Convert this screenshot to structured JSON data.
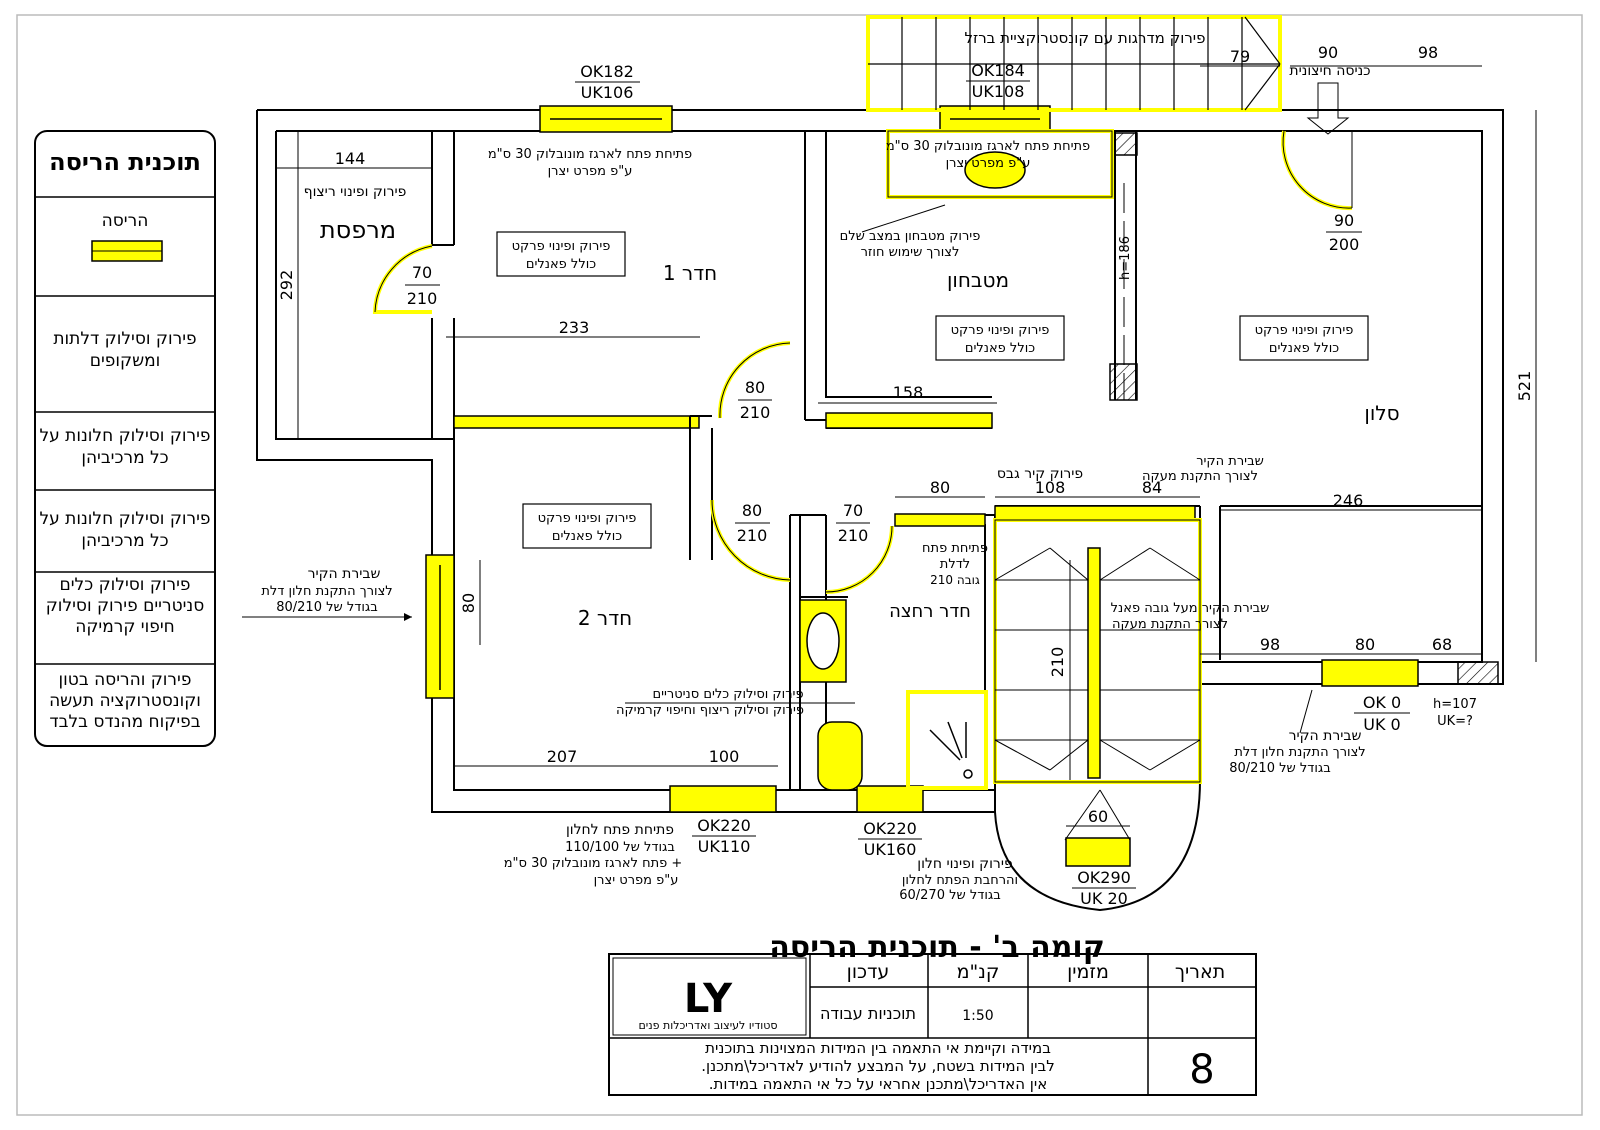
{
  "legend": {
    "title": "תוכנית הריסה",
    "items": [
      {
        "label": "הריסה"
      },
      {
        "label": "פירוק וסילוק דלתות ומשקופים"
      },
      {
        "label": "פירוק וסילוק חלונות על כל מרכיביהן"
      },
      {
        "label": "פירוק וסילוק חלונות על כל מרכיביהן"
      },
      {
        "label": "פירוק וסילוק כלים סניטריים פירוק וסילוק חיפוי קרמיקה"
      },
      {
        "label": "פירוק והריסה בטון וקונסטרוקציה תעשה בפיקוח מהנדס בלבד"
      }
    ]
  },
  "rooms": {
    "balcony": "מרפסת",
    "room1": "חדר 1",
    "room2": "חדר 2",
    "kitchenette": "מטבחון",
    "salon": "סלון",
    "bathroom": "חדר רחצה"
  },
  "notes": {
    "balcony_floor": "פירוק ופינוי ריצוף",
    "parquet": [
      "פירוק ופינוי פרקט",
      "כולל פאנלים"
    ],
    "opening_r1": [
      "פתיחת פתח לארגז מונובלוק 30 ס\"מ",
      "ע\"פ מפרט יצרן"
    ],
    "opening_kit": [
      "פתיחת פתח לארגז מונובלוק 30 ס\"מ",
      "ע\"פ מפרט יצרן"
    ],
    "kitchen_disassembly": [
      "פירוק מטבחון במצב שלם",
      "לצורך שימוש חוזר"
    ],
    "stairs_top": "פירוק מדרגות עם קונסטרוקציית ברזל",
    "entrance": "כניסה חיצונית",
    "gypsum": "פירוק קיר גבס",
    "wall_break_railing": [
      "שבירת הקיר",
      "לצורך התקנת מעקה"
    ],
    "door_opening": [
      "פתיחת פתח",
      "לדלת",
      "גובה 210"
    ],
    "wall_above_panel": [
      "שבירת הקיר מעל גובה פאנל",
      "לצורך התקנת מעקה"
    ],
    "wall_break_left": [
      "שבירת הקיר",
      "לצורך התקנת חלון דלת",
      "בגודל של 80/210"
    ],
    "wall_break_right": [
      "שבירת הקיר",
      "לצורך התקנת חלון דלת",
      "בגודל של 80/210"
    ],
    "sanitary": [
      "פירוק וסילוק כלים סניטריים",
      "פירוק וסילוק ריצוף וחיפוי קרמיקה"
    ],
    "window_opening": [
      "פתיחת פתח לחלון",
      "בגודל של 110/100",
      "+ פתח לארגז מונובלוק 30 ס\"מ",
      "ע\"פ מפרט יצרן"
    ],
    "window_widen": [
      "פירוק ופינוי חלון",
      "והרחבת הפתח לחלון",
      "בגודל של 60/270"
    ]
  },
  "dims": {
    "d144": "144",
    "d292": "292",
    "d233": "233",
    "d158": "158",
    "d70": "70",
    "d210": "210",
    "d80": "80",
    "d90": "90",
    "d200": "200",
    "d79": "79",
    "d98": "98",
    "d521": "521",
    "d246": "246",
    "d108": "108",
    "d84": "84",
    "d68": "68",
    "d207": "207",
    "d100": "100",
    "d60": "60",
    "h186": "h=186",
    "h107": "h=107",
    "ukq": "UK=?"
  },
  "window_tags": {
    "w1": [
      "OK182",
      "UK106"
    ],
    "w2": [
      "OK184",
      "UK108"
    ],
    "w3": [
      "OK220",
      "UK110"
    ],
    "w4": [
      "OK220",
      "UK160"
    ],
    "w5": [
      "OK290",
      "UK 20"
    ],
    "w6": [
      "OK 0",
      "UK 0"
    ]
  },
  "title": "קומה ב' - תוכנית הריסה",
  "titleblock": {
    "headers": [
      "תאריך",
      "מזמין",
      "קנ\"מ",
      "עדכון"
    ],
    "scale": "1:50",
    "update": "תוכניות עבודה",
    "studio": "סטודיו לעיצוב ואדריכלות פנים",
    "logo": "LY",
    "disclaimer": [
      "במידה וקיימת אי התאמה בין המידות המצוינות בתוכנית",
      "לבין המידות בשטח, על המבצע להודיע לאדריכל\\מתכנן.",
      "אין האדריכל\\מתכנן אחראי על כל אי התאמה במידות."
    ],
    "sheet_no": "8"
  },
  "colors": {
    "demolition": "#ffff00",
    "line": "#000000"
  }
}
